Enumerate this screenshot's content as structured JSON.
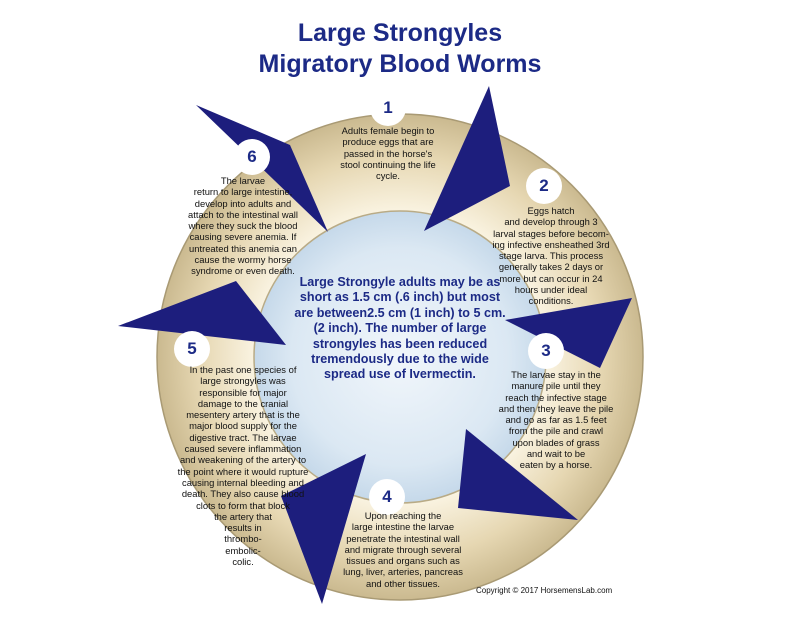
{
  "title_line1": "Large Strongyles",
  "title_line2": "Migratory Blood Worms",
  "center_text": "Large Strongyle adults may be as\nshort as 1.5 cm (.6 inch) but most\nare between2.5 cm (1 inch) to 5 cm.\n(2 inch).  The number of large\nstrongyles has been reduced\ntremendously due to the wide\nspread use of Ivermectin.",
  "steps": [
    {
      "number": "1",
      "text": "Adults female begin to\nproduce eggs that are\npassed in the horse's\nstool continuing the life\ncycle."
    },
    {
      "number": "2",
      "text": "Eggs hatch\nand develop through 3\nlarval stages before becom-\ning infective ensheathed 3rd\nstage larva. This process\ngenerally takes 2 days or\nmore but can occur in 24\nhours under ideal\nconditions."
    },
    {
      "number": "3",
      "text": "The larvae stay in the\nmanure pile until they\nreach the infective stage\nand then they leave the pile\nand go as far as 1.5 feet\nfrom the pile and crawl\nupon blades of grass\nand wait to be\neaten by a horse."
    },
    {
      "number": "4",
      "text": "Upon reaching the\nlarge intestine the larvae\npenetrate the intestinal wall\nand migrate through several\ntissues and organs such as\nlung, liver, arteries, pancreas\nand other tissues."
    },
    {
      "number": "5",
      "text": "In the past one species of\nlarge strongyles was\nresponsible for major\ndamage to the cranial\nmesentery artery that is the\nmajor blood supply for the\ndigestive tract. The larvae\ncaused severe inflammation\nand weakening of the artery to\nthe point where it would rupture\ncausing internal bleeding and\ndeath. They also cause blood\nclots to form that block\nthe artery that\nresults in\nthrombo-\nembolic-\ncolic."
    },
    {
      "number": "6",
      "text": "The larvae\nreturn to large intestine,\ndevelop into adults and\nattach to the intestinal wall\nwhere they suck the blood\ncausing severe anemia.  If\nuntreated this anemia can\ncause the wormy horse\nsyndrome or even death."
    }
  ],
  "copyright": "Copyright © 2017 HorsemensLab.com",
  "colors": {
    "title": "#1c2a86",
    "arrow": "#1d1e7d",
    "ring_light": "#fbf5e4",
    "ring_dark": "#c9b88e",
    "center_fill": "#dbe8f3"
  }
}
